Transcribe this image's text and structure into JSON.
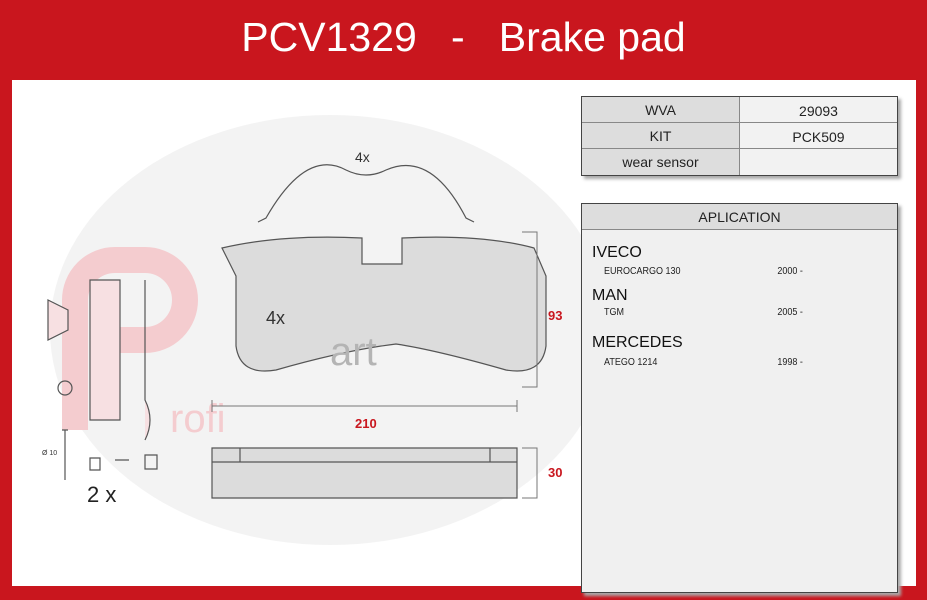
{
  "title": "PCV1329   -   Brake pad",
  "specs": [
    {
      "label": "WVA",
      "value": "29093"
    },
    {
      "label": "KIT",
      "value": "PCK509"
    },
    {
      "label": "wear sensor",
      "value": ""
    }
  ],
  "application": {
    "header": "APLICATION",
    "makes": [
      {
        "name": "IVECO",
        "models": [
          {
            "model": "EUROCARGO 130",
            "years": "2000 -"
          }
        ]
      },
      {
        "name": "MAN",
        "models": [
          {
            "model": "TGM",
            "years": "2005 -"
          }
        ]
      },
      {
        "name": "MERCEDES",
        "models": [
          {
            "model": "ATEGO 1214",
            "years": "1998 -"
          }
        ]
      }
    ]
  },
  "drawing": {
    "spring_qty": "4x",
    "pad_qty": "4x",
    "height": "93",
    "width": "210",
    "thickness": "30",
    "pin_diameter": "Ø 10",
    "kit_qty": "2 x"
  },
  "watermark": "Profi Part",
  "colors": {
    "frame": "#c9161e",
    "dimension": "#c9161e"
  }
}
